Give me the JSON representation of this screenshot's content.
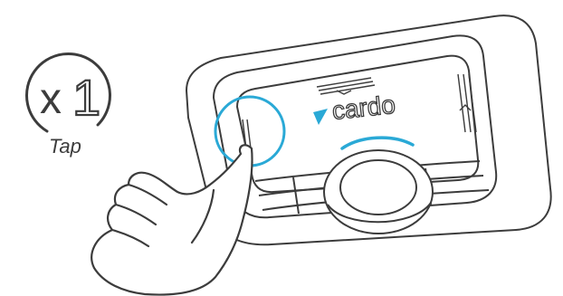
{
  "badge": {
    "prefix": "x",
    "count": "1",
    "caption": "Tap"
  },
  "device": {
    "brand": "cardo"
  },
  "colors": {
    "accent": "#2aa9d6",
    "outline": "#3c3c3c",
    "background": "#ffffff"
  },
  "icons": {
    "device": "intercom-device-icon",
    "hand": "pointing-hand-icon",
    "highlight": "button-highlight-ring-icon",
    "logo": "cardo-logo-icon"
  }
}
